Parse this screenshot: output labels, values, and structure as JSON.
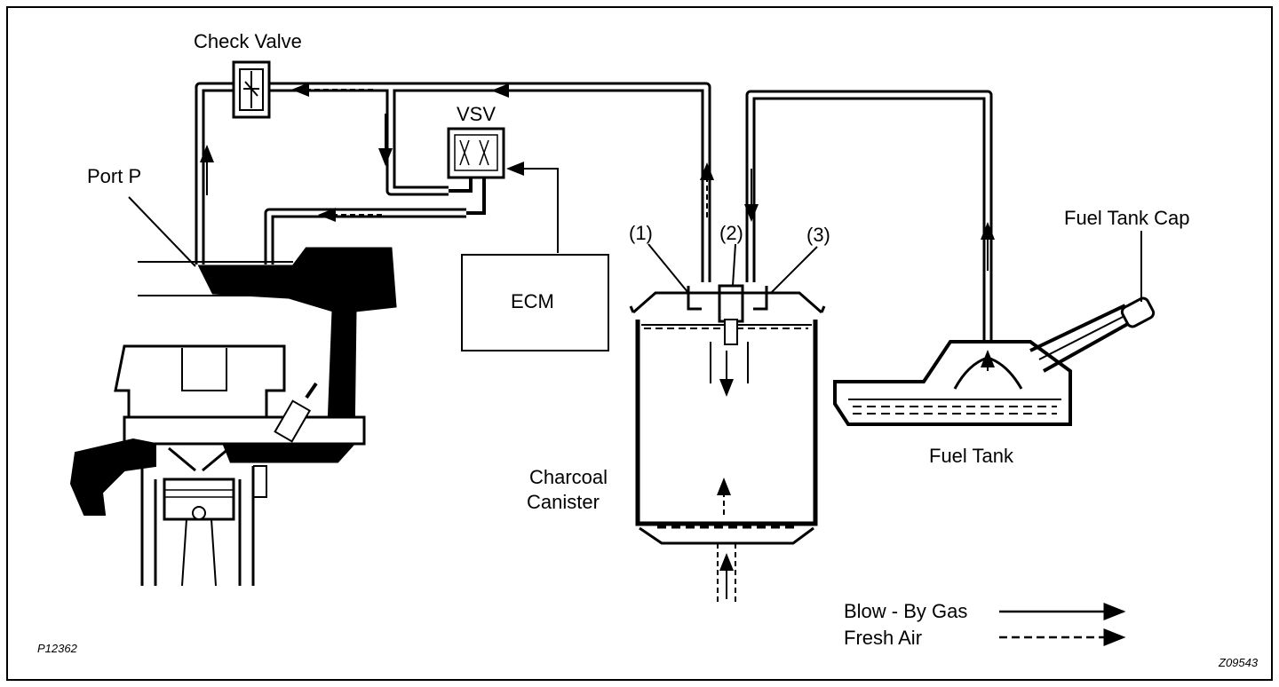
{
  "labels": {
    "check_valve": "Check Valve",
    "vsv": "VSV",
    "port_p": "Port P",
    "ecm": "ECM",
    "port_1": "(1)",
    "port_2": "(2)",
    "port_3": "(3)",
    "fuel_tank_cap": "Fuel Tank Cap",
    "fuel_tank": "Fuel Tank",
    "charcoal_canister_line1": "Charcoal",
    "charcoal_canister_line2": "Canister"
  },
  "legend": {
    "blow_by_gas": "Blow - By Gas",
    "fresh_air": "Fresh Air"
  },
  "codes": {
    "left": "P12362",
    "right": "Z09543"
  }
}
